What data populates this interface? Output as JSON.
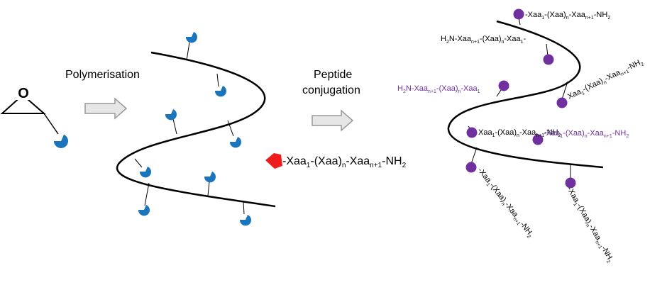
{
  "labels": {
    "epoxide_o": "O",
    "step1": "Polymerisation",
    "step2_line1": "Peptide",
    "step2_line2": "conjugation"
  },
  "reagent": {
    "prefix": "-Xaa",
    "sub1": "1",
    "mid1": "-(Xaa)",
    "subn": "n",
    "mid2": "-Xaa",
    "subn1": "n+1",
    "mid3": "-NH",
    "sub2": "2"
  },
  "product_labels": [
    {
      "id": "p1",
      "text": "-Xaa1-(Xaa)n-Xaan+1-NH2",
      "color": "black"
    },
    {
      "id": "p2",
      "text": "H2N-Xaan+1-(Xaa)n-Xaa1-",
      "color": "black"
    },
    {
      "id": "p3",
      "text": "Xaa1-(Xaa)n-Xaan+1-NH2",
      "color": "black"
    },
    {
      "id": "p4",
      "text": "H2N-Xaan+1-(Xaa)n-Xaa1",
      "color": "purple"
    },
    {
      "id": "p5",
      "text": "Xaa1-(Xaa)n-Xaan+1-NH2",
      "color": "black"
    },
    {
      "id": "p6",
      "text": "-Xaa1-(Xaa)n-Xaan+1-NH2",
      "color": "purple"
    },
    {
      "id": "p7",
      "text": "-Xaa1-(Xaa)n-Xaan+1-NH2",
      "color": "black"
    },
    {
      "id": "p8",
      "text": "-Xaa1-(Xaa)n-Xaan+1-NH2",
      "color": "black"
    }
  ],
  "colors": {
    "pacman_blue": "#1b75bc",
    "bead_purple": "#7030a0",
    "reagent_red": "#ee1c1c",
    "arrow_gray": "#bfbfbf",
    "label_purple": "#7030a0"
  }
}
